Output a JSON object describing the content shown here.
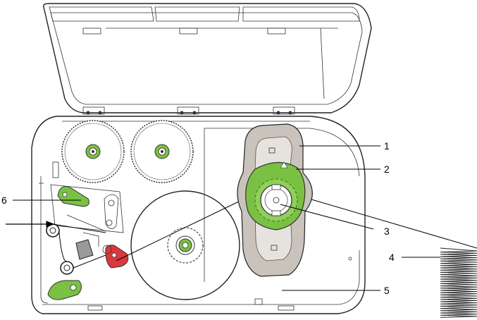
{
  "callouts": [
    {
      "number": "1",
      "target": "hub-guide-housing"
    },
    {
      "number": "2",
      "target": "adjuster-ring"
    },
    {
      "number": "3",
      "target": "supply-spindle"
    },
    {
      "number": "4",
      "target": "media-fanfold-stack"
    },
    {
      "number": "5",
      "target": "printer-body"
    },
    {
      "number": "6",
      "target": "dancer-lever"
    }
  ],
  "colors": {
    "accent_green": "#7ac143",
    "dark_green": "#4c8a24",
    "red_lever": "#d8393c",
    "guide_gray": "#c9c3bc",
    "line": "#222222"
  },
  "icons": [
    "ribbon-roller",
    "arrow-left",
    "fanfold-media"
  ]
}
